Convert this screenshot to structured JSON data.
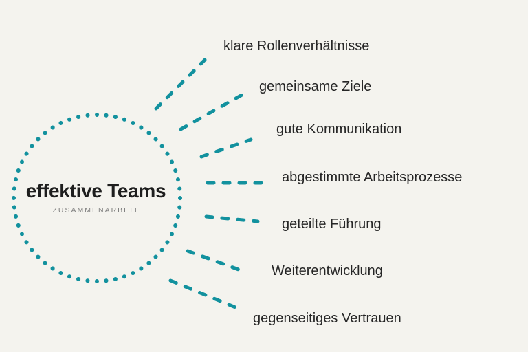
{
  "diagram": {
    "center": {
      "title": "effektive Teams",
      "subtitle": "ZUSAMMENARBEIT"
    },
    "branches": [
      {
        "label": "klare Rollenverhältnisse"
      },
      {
        "label": "gemeinsame Ziele"
      },
      {
        "label": "gute Kommunikation"
      },
      {
        "label": "abgestimmte Arbeitsprozesse"
      },
      {
        "label": "geteilte Führung"
      },
      {
        "label": "Weiterentwicklung"
      },
      {
        "label": "gegenseitiges Vertrauen"
      }
    ],
    "colors": {
      "accent_teal": "#12919E",
      "background": "#F4F3EE",
      "title_text": "#1E1E1E",
      "subtitle_text": "#7D7D7D",
      "label_text": "#262626"
    }
  }
}
